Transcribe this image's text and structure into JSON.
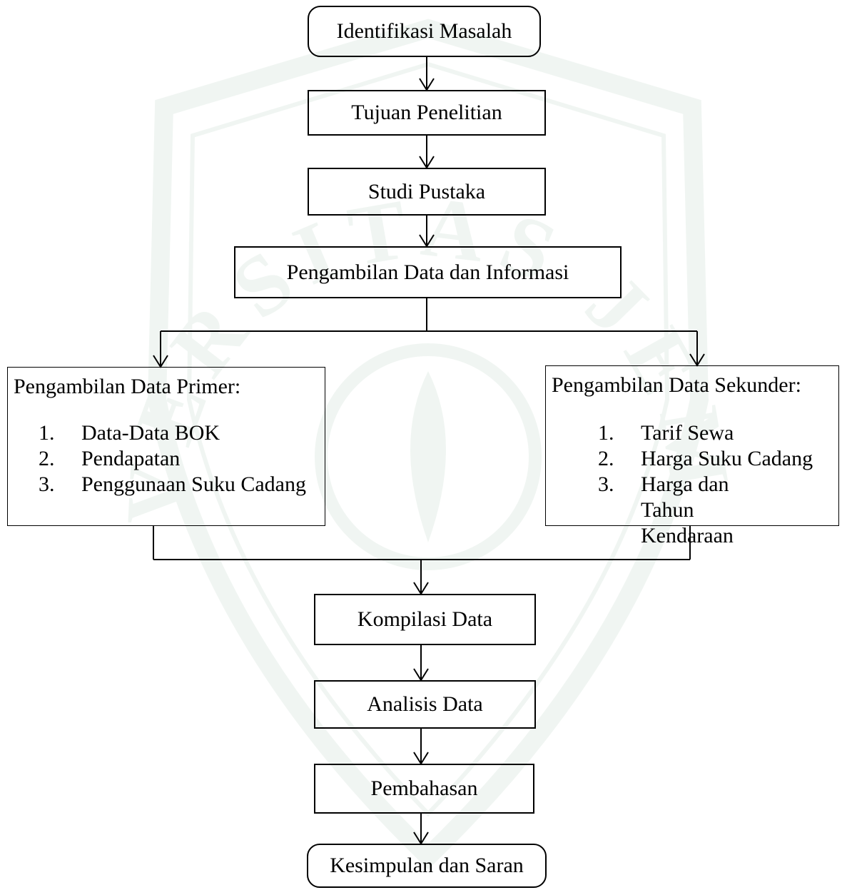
{
  "nodes": {
    "identifikasi": "Identifikasi Masalah",
    "tujuan": "Tujuan Penelitian",
    "studi": "Studi Pustaka",
    "pengambilan": "Pengambilan Data dan Informasi",
    "kompilasi": "Kompilasi Data",
    "analisis": "Analisis Data",
    "pembahasan": "Pembahasan",
    "kesimpulan": "Kesimpulan dan Saran"
  },
  "primer": {
    "heading": "Pengambilan Data Primer:",
    "items": [
      {
        "num": "1.",
        "text": "Data-Data BOK"
      },
      {
        "num": "2.",
        "text": "Pendapatan"
      },
      {
        "num": "3.",
        "text": "Penggunaan Suku Cadang"
      }
    ]
  },
  "sekunder": {
    "heading": "Pengambilan Data Sekunder:",
    "items": [
      {
        "num": "1.",
        "text": "Tarif Sewa"
      },
      {
        "num": "2.",
        "text": "Harga Suku Cadang"
      },
      {
        "num": "3.",
        "text": "Harga dan Tahun Kendaraan"
      }
    ]
  },
  "watermark": {
    "text": "UNIVERSITAS JEMBER",
    "color": "#8fbf9f"
  }
}
